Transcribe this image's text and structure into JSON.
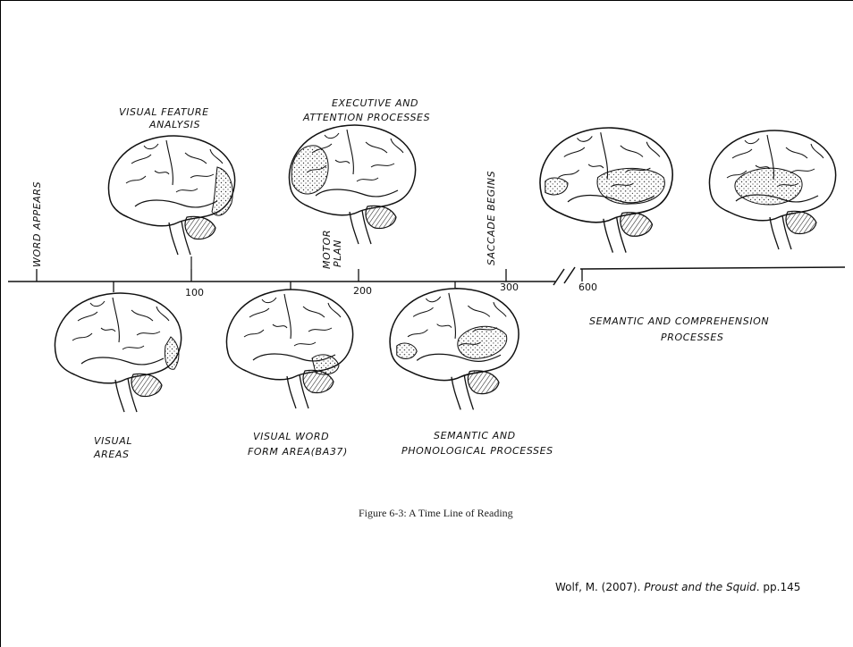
{
  "timeline": {
    "ticks": [
      "100",
      "200",
      "300",
      "600"
    ],
    "events": {
      "word_appears": "WORD APPEARS",
      "motor_plan": [
        "MOTOR",
        "PLAN"
      ],
      "saccade_begins": "SACCADE BEGINS"
    }
  },
  "labels": {
    "visual_feature_analysis": [
      "VISUAL FEATURE",
      "ANALYSIS"
    ],
    "executive_attention": [
      "EXECUTIVE AND",
      "ATTENTION PROCESSES"
    ],
    "visual_areas": [
      "VISUAL",
      "AREAS"
    ],
    "visual_word_form": [
      "VISUAL WORD",
      "FORM AREA(BA37)"
    ],
    "semantic_phonological": [
      "SEMANTIC AND",
      "PHONOLOGICAL PROCESSES"
    ],
    "semantic_comprehension": [
      "SEMANTIC AND COMPREHENSION",
      "PROCESSES"
    ]
  },
  "caption": "Figure 6-3: A Time Line of Reading",
  "citation": {
    "before": "Wolf, M. (2007). ",
    "title": "Proust and the Squid",
    "after": ". pp.145"
  }
}
